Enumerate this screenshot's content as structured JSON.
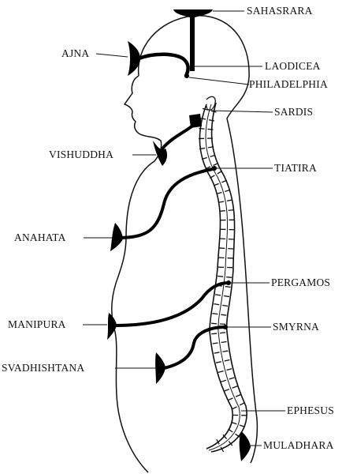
{
  "diagram": {
    "labels": {
      "sahasrara": "SAHASRARA",
      "ajna": "AJNA",
      "laodicea": "LAODICEA",
      "philadelphia": "PHILADELPHIA",
      "sardis": "SARDIS",
      "vishuddha": "VISHUDDHA",
      "tiatira": "TIATIRA",
      "anahata": "ANAHATA",
      "pergamos": "PERGAMOS",
      "manipura": "MANIPURA",
      "smyrna": "SMYRNA",
      "svadhishtana": "SVADHISHTANA",
      "ephesus": "EPHESUS",
      "muladhara": "MULADHARA"
    }
  }
}
